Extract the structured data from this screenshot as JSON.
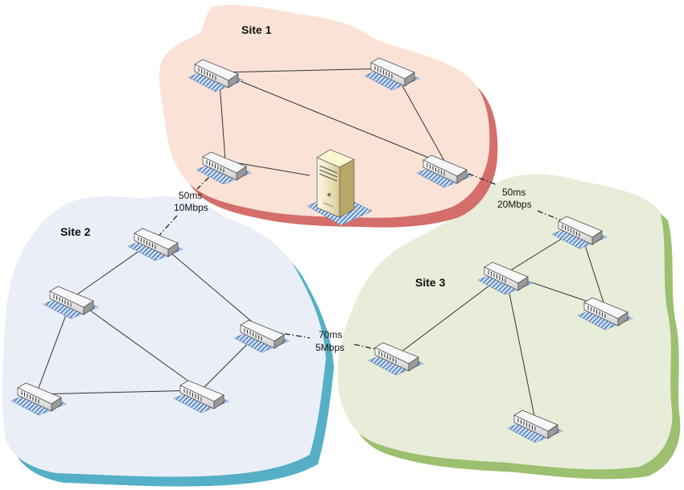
{
  "sites": [
    {
      "id": "site1",
      "label": "Site 1",
      "fill": "#fae3d6",
      "shadow": "#d46e6a"
    },
    {
      "id": "site2",
      "label": "Site 2",
      "fill": "#e9eef7",
      "shadow": "#55afc6"
    },
    {
      "id": "site3",
      "label": "Site 3",
      "fill": "#e7edd9",
      "shadow": "#9cc06f"
    }
  ],
  "wan_links": [
    {
      "id": "s1-s2",
      "latency": "50ms",
      "bandwidth": "10Mbps"
    },
    {
      "id": "s1-s3",
      "latency": "50ms",
      "bandwidth": "20Mbps"
    },
    {
      "id": "s2-s3",
      "latency": "70ms",
      "bandwidth": "5Mbps"
    }
  ],
  "icons": {
    "switch": "network-switch-icon",
    "server": "server-tower-icon"
  },
  "colors": {
    "switch_body": "#f2f2f2",
    "switch_base": "#8fb5e0",
    "server_body": "#efe6c2"
  }
}
